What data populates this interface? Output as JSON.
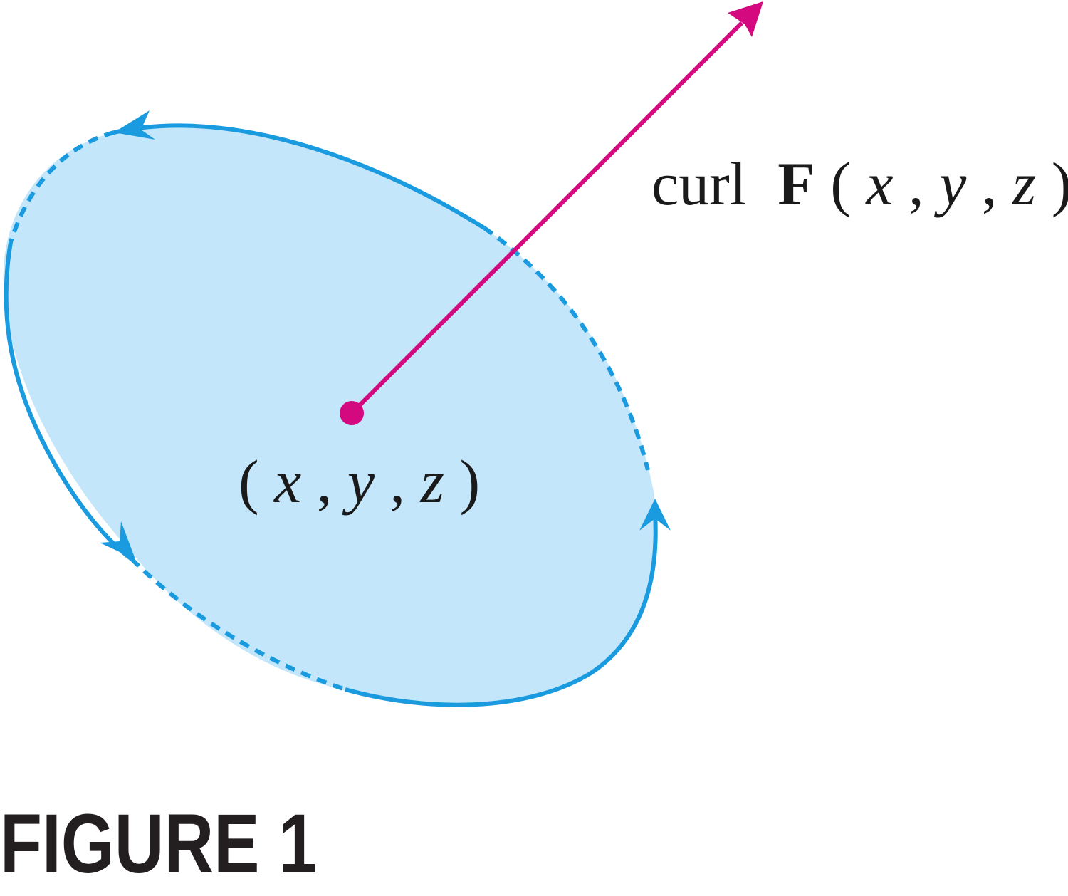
{
  "colors": {
    "surface_fill": "#c3e6fa",
    "boundary": "#1a9be0",
    "vector": "#d4087f",
    "text": "#1a1a1a"
  },
  "labels": {
    "curl_word": "curl",
    "curl_vector": "F",
    "curl_args_open": "(",
    "curl_x": "x",
    "curl_comma1": ", ",
    "curl_y": "y",
    "curl_comma2": ", ",
    "curl_z": "z",
    "curl_args_close": ")",
    "point_open": "(",
    "point_x": "x",
    "point_comma1": ", ",
    "point_y": "y",
    "point_comma2": ", ",
    "point_z": "z",
    "point_close": ")"
  },
  "caption": {
    "text": "FIGURE 1"
  }
}
